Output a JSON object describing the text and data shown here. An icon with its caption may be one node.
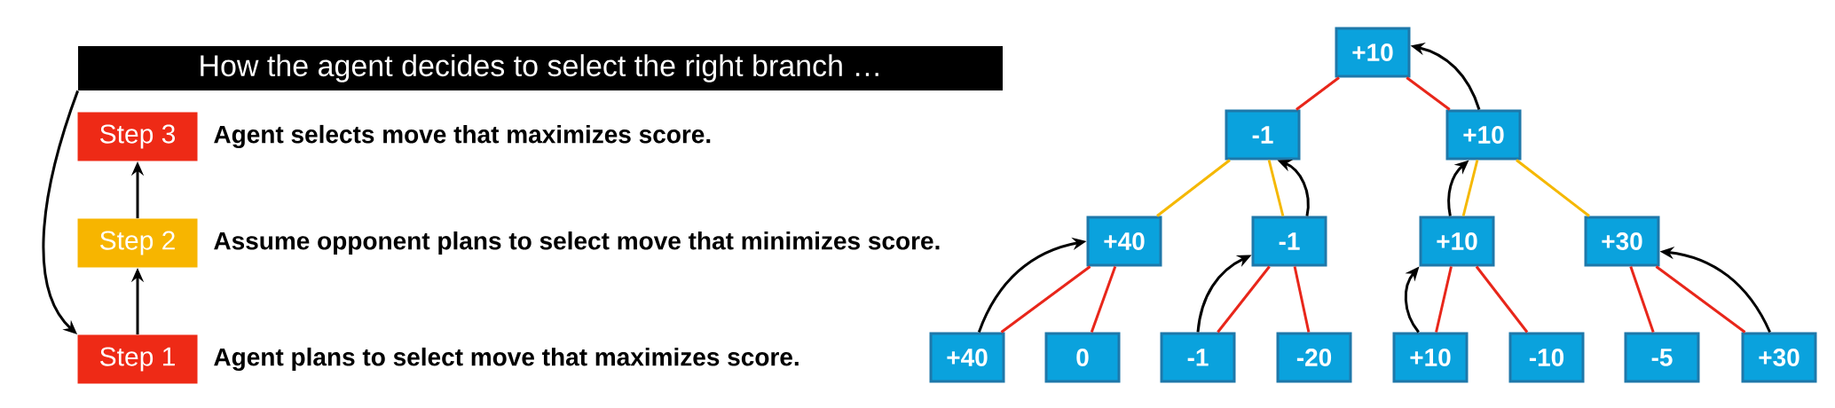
{
  "diagram": {
    "nodes": [
      {
        "text": [
          "How the agent decides to select the right branch …"
        ]
      },
      {
        "text": [
          "Step 3"
        ],
        "beside": [
          "Agent selects move that maximizes score."
        ]
      },
      {
        "text": [
          "Step 2"
        ],
        "beside": [
          "Assume opponent plans to select move that minimizes score."
        ]
      },
      {
        "text": [
          "Step 1"
        ],
        "beside": [
          "Agent plans to select move that maximizes score."
        ]
      },
      {
        "text": [
          "+10"
        ]
      },
      {
        "text": [
          "-1"
        ]
      },
      {
        "text": [
          "+10"
        ]
      },
      {
        "text": [
          "+40"
        ]
      },
      {
        "text": [
          "-1"
        ]
      },
      {
        "text": [
          "+10"
        ]
      },
      {
        "text": [
          "+30"
        ]
      },
      {
        "text": [
          "+40"
        ]
      },
      {
        "text": [
          "0"
        ]
      },
      {
        "text": [
          "-1"
        ]
      },
      {
        "text": [
          "-20"
        ]
      },
      {
        "text": [
          "+10"
        ]
      },
      {
        "text": [
          "-10"
        ]
      },
      {
        "text": [
          "-5"
        ]
      },
      {
        "text": [
          "+30"
        ]
      }
    ],
    "edges": [
      {
        "from": 3,
        "to": 2,
        "arrow": "to",
        "color": "#000000"
      },
      {
        "from": 2,
        "to": 1,
        "arrow": "to",
        "color": "#000000"
      },
      {
        "from": 0,
        "to": 3,
        "arrow": "to",
        "color": "#000000"
      },
      {
        "from": 4,
        "to": 5,
        "arrow": "none",
        "color": "#e8261a"
      },
      {
        "from": 4,
        "to": 6,
        "arrow": "none",
        "color": "#e8261a"
      },
      {
        "from": 5,
        "to": 7,
        "arrow": "none",
        "color": "#f5b800"
      },
      {
        "from": 5,
        "to": 8,
        "arrow": "none",
        "color": "#f5b800"
      },
      {
        "from": 6,
        "to": 9,
        "arrow": "none",
        "color": "#f5b800"
      },
      {
        "from": 6,
        "to": 10,
        "arrow": "none",
        "color": "#f5b800"
      },
      {
        "from": 7,
        "to": 11,
        "arrow": "none",
        "color": "#e8261a"
      },
      {
        "from": 7,
        "to": 12,
        "arrow": "none",
        "color": "#e8261a"
      },
      {
        "from": 8,
        "to": 13,
        "arrow": "none",
        "color": "#e8261a"
      },
      {
        "from": 8,
        "to": 14,
        "arrow": "none",
        "color": "#e8261a"
      },
      {
        "from": 9,
        "to": 15,
        "arrow": "none",
        "color": "#e8261a"
      },
      {
        "from": 9,
        "to": 16,
        "arrow": "none",
        "color": "#e8261a"
      },
      {
        "from": 10,
        "to": 17,
        "arrow": "none",
        "color": "#e8261a"
      },
      {
        "from": 10,
        "to": 18,
        "arrow": "none",
        "color": "#e8261a"
      },
      {
        "from": 11,
        "to": 7,
        "arrow": "to",
        "color": "#000000"
      },
      {
        "from": 13,
        "to": 8,
        "arrow": "to",
        "color": "#000000"
      },
      {
        "from": 15,
        "to": 9,
        "arrow": "to",
        "color": "#000000"
      },
      {
        "from": 18,
        "to": 10,
        "arrow": "to",
        "color": "#000000"
      },
      {
        "from": 8,
        "to": 5,
        "arrow": "to",
        "color": "#000000"
      },
      {
        "from": 9,
        "to": 6,
        "arrow": "to",
        "color": "#000000"
      },
      {
        "from": 6,
        "to": 4,
        "arrow": "to",
        "color": "#000000"
      }
    ]
  }
}
